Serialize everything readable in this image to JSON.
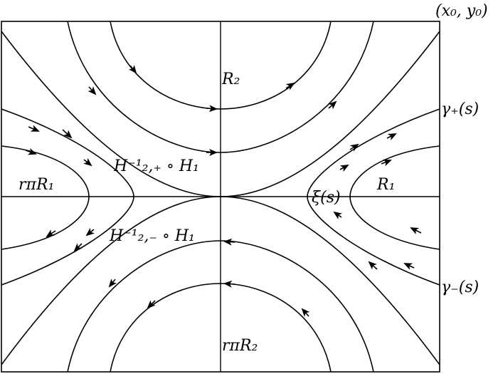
{
  "diagram": {
    "labels": {
      "corner": "(x₀, y₀)",
      "R2": "R₂",
      "R1": "R₁",
      "rpiR1": "rπR₁",
      "rpiR2": "rπR₂",
      "H_plus": "H⁻¹₂,₊ ∘ H₁",
      "H_minus": "H⁻¹₂,₋ ∘ H₁",
      "xi": "ξ(s)",
      "gamma_plus": "γ₊(s)",
      "gamma_minus": "γ₋(s)"
    }
  }
}
